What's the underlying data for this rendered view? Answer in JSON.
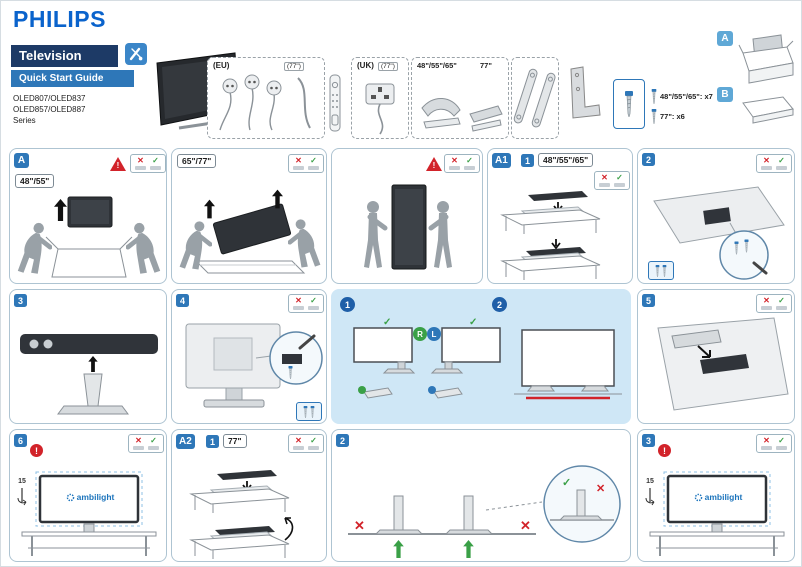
{
  "colors": {
    "brand_blue": "#0a63cc",
    "navy_bar": "#1d3a66",
    "blue_bar": "#2e77b8",
    "panel_blue": "#cfe7f6",
    "warning_red": "#d2232a",
    "ok_green": "#3aa047",
    "ambilight_blue": "#1c74bc"
  },
  "icons": {
    "cross": "✕",
    "check": "✓",
    "exclaim": "!"
  },
  "header": {
    "brand": "PHILIPS",
    "product": "Television",
    "guide": "Quick Start Guide",
    "models": [
      "OLED807/OLED837",
      "OLED857/OLED887",
      "Series"
    ],
    "eu_label": "(EU)",
    "eu_size": "(77\")",
    "uk_label": "(UK)",
    "uk_size": "(77\")",
    "stand_small": "48\"/55\"/65\"",
    "stand_large": "77\"",
    "screws_small": "48\"/55\"/65\": x7",
    "screws_large": "77\": x6",
    "box_a": "A",
    "box_b": "B"
  },
  "panels": {
    "a_badge": "A",
    "a_size_small": "48\"/55\"",
    "a_size_large": "65\"/77\"",
    "a1_badge": "A1",
    "a1_step": "1",
    "a1_size": "48\"/55\"/65\"",
    "step2": "2",
    "step3": "3",
    "step4": "4",
    "step5": "5",
    "step6": "6",
    "blue_step1": "1",
    "blue_step2": "2",
    "foot_r": "R",
    "foot_l": "L",
    "a2_badge": "A2",
    "a2_step": "1",
    "a2_size": "77\"",
    "r3_step2": "2",
    "r3_step3": "3",
    "tilt": "15",
    "ambilight": "ambilight"
  }
}
